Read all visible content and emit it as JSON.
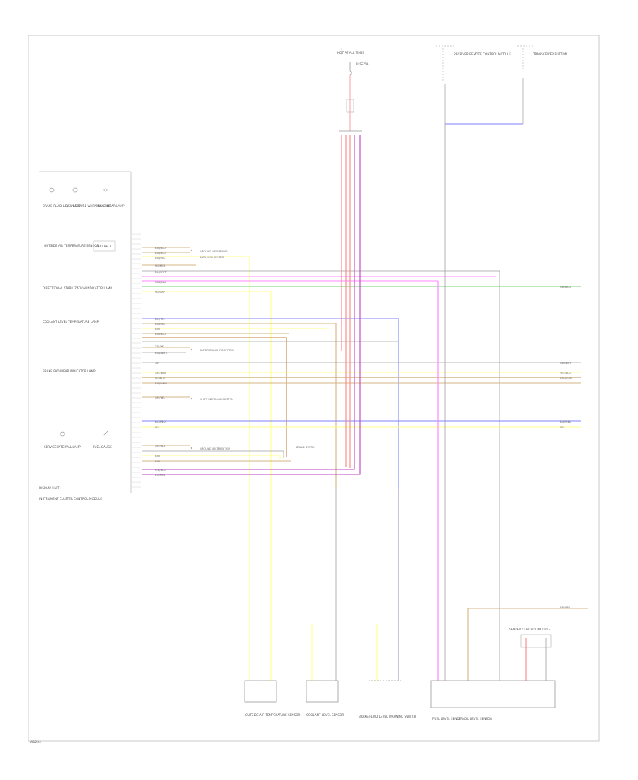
{
  "colors": {
    "red": "#ff7f7f",
    "pink": "#ff88ff",
    "magenta": "#c040c0",
    "blue": "#8080ff",
    "green": "#70d070",
    "yellow": "#ffff88",
    "tan": "#d4b483",
    "gray": "#a0a0a0",
    "dark": "#555555"
  },
  "labels": {
    "fuse_block": "HOT AT ALL TIMES",
    "fuse_sub": "FUSE 5A",
    "remote_ctrl": "RECEIVER REMOTE CONTROL MODULE",
    "transceiver": "TRANSCEIVER BUTTON",
    "cluster_title": "INSTRUMENT CLUSTER",
    "cluster_sub": "INSTRUMENT CLUSTER CONTROL MODULE",
    "display_unit": "DISPLAY UNIT",
    "lamp1": "BRAKE FLUID LEVEL LAMP",
    "lamp2": "OIL PRESSURE WARNING LAMP",
    "lamp3": "BRAKE WEAR LAMP",
    "seatbelt": "SEAT BELT",
    "outside_temp": "OUTSIDE AIR TEMPERATURE SENSOR",
    "directional": "DIRECTIONAL STABILIZATION INDICATOR LAMP",
    "coolant_lamp": "COOLANT LEVEL TEMPERATURE LAMP",
    "brake_pad": "BRAKE PAD WEAR INDICATOR LAMP",
    "service": "SERVICE INTERVAL LAMP",
    "fuel_gauge": "FUEL GAUGE",
    "ground_ref": "GROUND REFERENCE",
    "dist_sys": "DATA LINK SYSTEM",
    "exterior": "EXTERIOR LIGHTS SYSTEM",
    "shift_lock": "SHIFT INTERLOCK SYSTEM",
    "ground_dist": "GROUND DISTRIBUTION",
    "brake_switch": "BRAKE SWITCH",
    "sensor1": "OUTSIDE AIR TEMPERATURE SENSOR",
    "sensor2": "COOLANT LEVEL SENSOR",
    "sensor3": "BRAKE FLUID LEVEL WARNING SWITCH",
    "fuel_sender": "FUEL LEVEL SENDER/OIL LEVEL SENSOR",
    "sender_ctrl": "SENDER CONTROL MODULE",
    "footer": "W1234"
  },
  "wire_labels": {
    "w1": "BRN/BLU",
    "w2": "BRN/BLU",
    "w3": "BRN/YEL",
    "w4": "YEL/RED",
    "w5": "BLU/WHT",
    "w6": "GRN/BLU",
    "w7": "YEL/GRY",
    "w8": "BLU/YEL",
    "w9": "BRN/YEL",
    "w10": "BRN",
    "w11": "BRN/BLU",
    "w12": "GRY/YEL",
    "w13": "BRN/WHT",
    "w14": "GRY",
    "w15": "GRY/WHT",
    "w16": "YEL/BLU",
    "w17": "BRN/GRN",
    "w18": "GRY/YEL",
    "w19": "BLU/RED",
    "w20": "YEL",
    "w21": "GRY/BLU",
    "w22": "BRN",
    "w23": "BRN",
    "w24": "RED/BLU",
    "w25": "VIO/RED",
    "right1": "GRN/BLU",
    "right2": "GRY/WHT",
    "right3": "YEL/BLU",
    "right4": "BRN/GRN",
    "right5": "BLU/RED",
    "right6": "YEL",
    "right7": "BRN/BLU"
  }
}
